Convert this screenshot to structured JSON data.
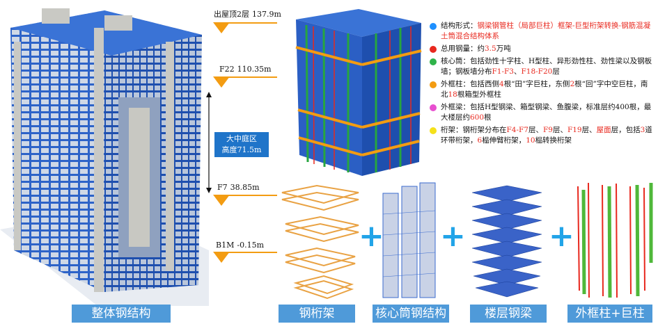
{
  "levels": [
    {
      "name": "出屋顶2层",
      "value": "137.9m"
    },
    {
      "name": "F22",
      "value": "110.35m"
    },
    {
      "name": "F7",
      "value": "38.85m"
    },
    {
      "name": "B1M",
      "value": "-0.15m"
    }
  ],
  "atrium": {
    "line1": "大中庭区",
    "line2": "高度71.5m"
  },
  "legend": [
    {
      "color": "#1e90ff",
      "label": "结构形式：",
      "parts": [
        {
          "t": "钢梁钢管柱（局部巨柱）框架-巨型桁架转换-钢筋混凝土筒混合结构体系",
          "red": true
        }
      ]
    },
    {
      "color": "#e8281e",
      "label": "总用钢量：",
      "parts": [
        {
          "t": "约",
          "red": false
        },
        {
          "t": "3.5",
          "red": true
        },
        {
          "t": "万吨",
          "red": false
        }
      ]
    },
    {
      "color": "#2fb34a",
      "label": "核心筒：",
      "parts": [
        {
          "t": "包括劲性十字柱、H型柱、异形劲性柱、劲性梁以及钢板墙；钢板墙分布",
          "red": false
        },
        {
          "t": "F1-F3",
          "red": true
        },
        {
          "t": "、",
          "red": false
        },
        {
          "t": "F18-F20",
          "red": true
        },
        {
          "t": "层",
          "red": false
        }
      ]
    },
    {
      "color": "#f39c12",
      "label": "外框柱：",
      "parts": [
        {
          "t": "包括西侧",
          "red": false
        },
        {
          "t": "4",
          "red": true
        },
        {
          "t": "根“田”字巨柱，东侧",
          "red": false
        },
        {
          "t": "2",
          "red": true
        },
        {
          "t": "根“回”字中空巨柱，南北",
          "red": false
        },
        {
          "t": "18",
          "red": true
        },
        {
          "t": "根箱型外框柱",
          "red": false
        }
      ]
    },
    {
      "color": "#e84fd0",
      "label": "外框梁：",
      "parts": [
        {
          "t": "包括H型钢梁、箱型钢梁、鱼腹梁，标准层约400根，最大楼层约",
          "red": false
        },
        {
          "t": "600",
          "red": true
        },
        {
          "t": "根",
          "red": false
        }
      ]
    },
    {
      "color": "#f5e11a",
      "label": "桁架：",
      "parts": [
        {
          "t": "钢桁架分布在",
          "red": false
        },
        {
          "t": "F4-F7",
          "red": true
        },
        {
          "t": "层、",
          "red": false
        },
        {
          "t": "F9",
          "red": true
        },
        {
          "t": "层、",
          "red": false
        },
        {
          "t": "F19",
          "red": true
        },
        {
          "t": "层、",
          "red": false
        },
        {
          "t": "屋面",
          "red": true
        },
        {
          "t": "层，包括",
          "red": false
        },
        {
          "t": "3",
          "red": true
        },
        {
          "t": "道环带桁架，",
          "red": false
        },
        {
          "t": "6",
          "red": true
        },
        {
          "t": "榀伸臂桁架，",
          "red": false
        },
        {
          "t": "10",
          "red": true
        },
        {
          "t": "榀转换桁架",
          "red": false
        }
      ]
    }
  ],
  "captions": {
    "overall": "整体钢结构",
    "truss": "钢桁架",
    "core": "核心筒钢结构",
    "floor": "楼层钢梁",
    "columns": "外框柱+巨柱"
  },
  "plus": "+"
}
